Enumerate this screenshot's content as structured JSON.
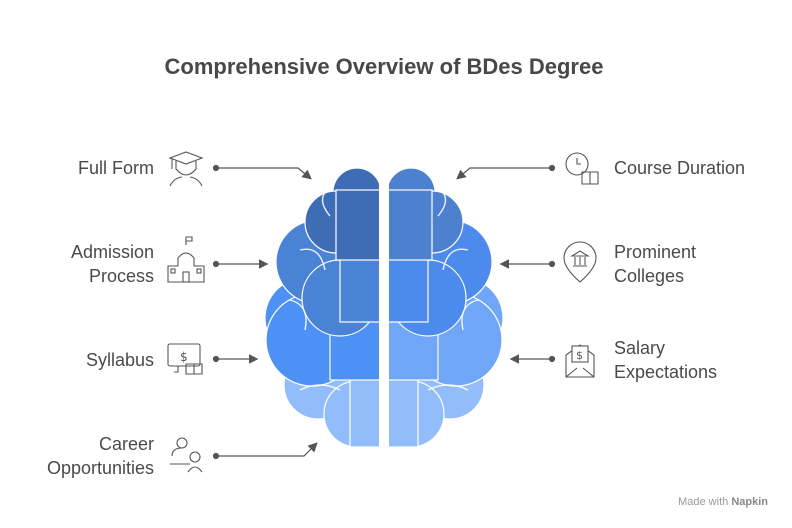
{
  "title": "Comprehensive Overview of BDes Degree",
  "left_items": [
    {
      "label": "Full Form",
      "icon": "graduate-icon"
    },
    {
      "label": "Admission\nProcess",
      "icon": "school-building-icon"
    },
    {
      "label": "Syllabus",
      "icon": "monitor-dollar-book-icon"
    },
    {
      "label": "Career\nOpportunities",
      "icon": "people-desk-icon"
    }
  ],
  "right_items": [
    {
      "label": "Course Duration",
      "icon": "clock-book-icon"
    },
    {
      "label": "Prominent\nColleges",
      "icon": "institution-pin-icon"
    },
    {
      "label": "Salary\nExpectations",
      "icon": "envelope-dollar-icon"
    }
  ],
  "colors": {
    "left": [
      "#3f6db5",
      "#4a82d6",
      "#4d91f5",
      "#93bcfa"
    ],
    "right": [
      "#4d80cf",
      "#4c8aec",
      "#6fa6f7",
      "#93bcfa"
    ]
  },
  "footer": {
    "prefix": "Made with",
    "brand": "Napkin"
  }
}
